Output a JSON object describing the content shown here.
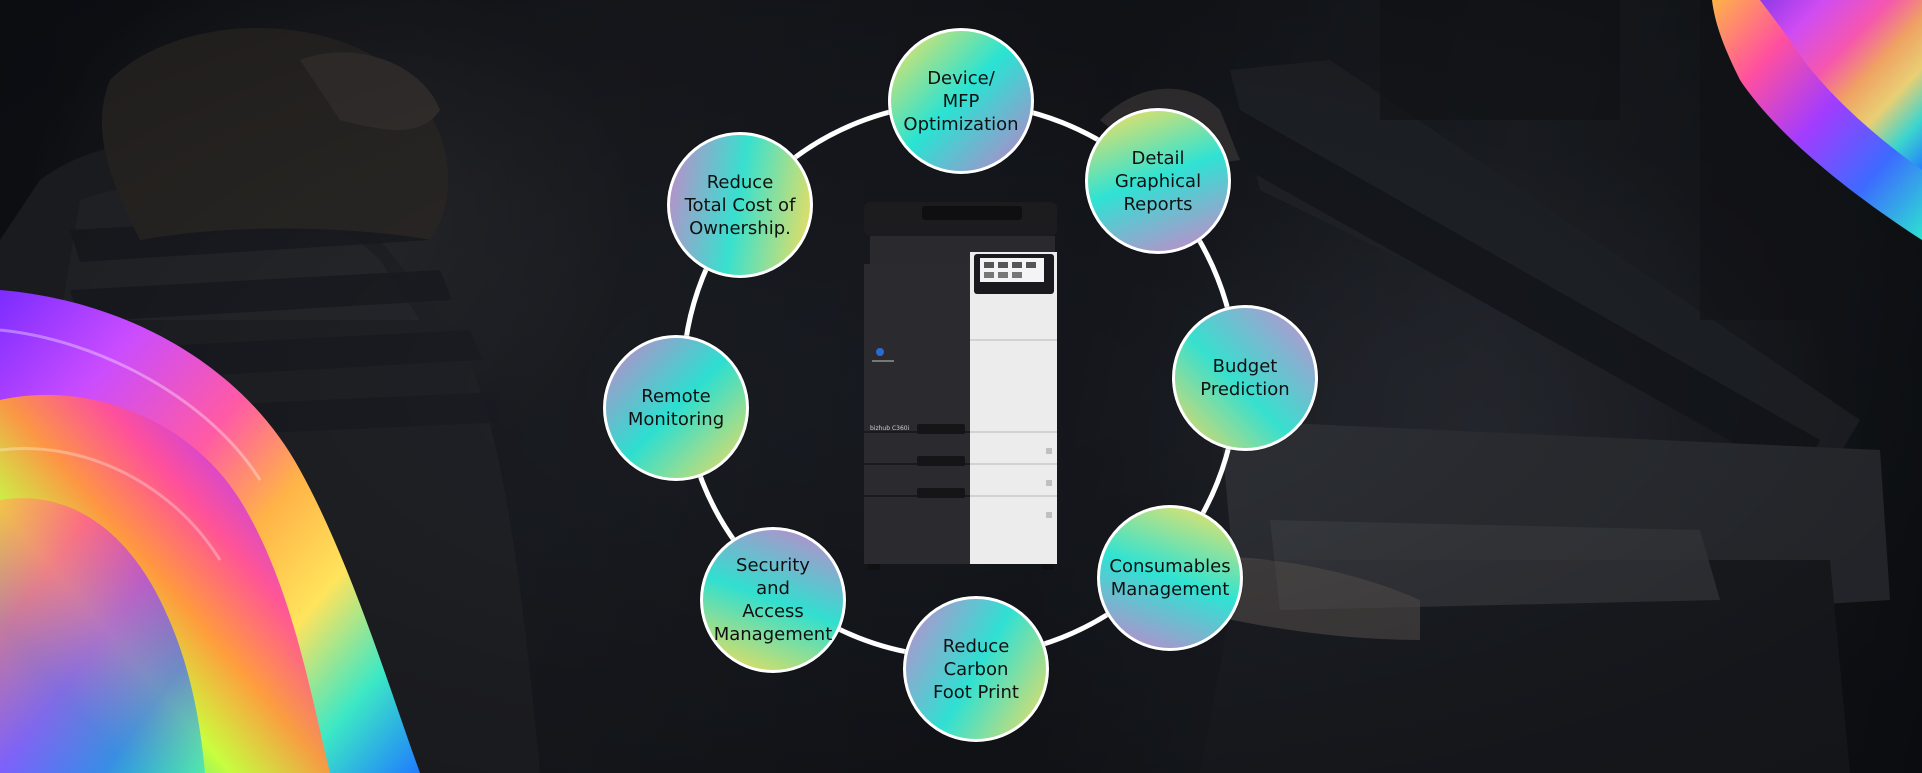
{
  "colors": {
    "ring": "#ffffff",
    "node_text": "#111111",
    "gradient_yellow": "#f6de5c",
    "gradient_cyan": "#2fe2d3",
    "gradient_pink": "#c884cb"
  },
  "center_image": {
    "icon": "multifunction-printer-icon",
    "brand_text": "bizhub C360i"
  },
  "features": [
    {
      "label": "Device/ MFP Optimization",
      "lines": [
        "Device/",
        "MFP",
        "Optimization"
      ]
    },
    {
      "label": "Detail Graphical Reports",
      "lines": [
        "Detail",
        "Graphical",
        "Reports"
      ]
    },
    {
      "label": "Budget Prediction",
      "lines": [
        "Budget",
        "Prediction"
      ]
    },
    {
      "label": "Consumables Management",
      "lines": [
        "Consumables",
        "Management"
      ]
    },
    {
      "label": "Reduce Carbon Foot Print",
      "lines": [
        "Reduce",
        "Carbon",
        "Foot Print"
      ]
    },
    {
      "label": "Security and Access Management",
      "lines": [
        "Security",
        "and",
        "Access",
        "Management"
      ]
    },
    {
      "label": "Remote Monitoring",
      "lines": [
        "Remote",
        "Monitoring"
      ]
    },
    {
      "label": "Reduce Total Cost of Ownership.",
      "lines": [
        "Reduce",
        "Total Cost of",
        "Ownership."
      ]
    }
  ]
}
